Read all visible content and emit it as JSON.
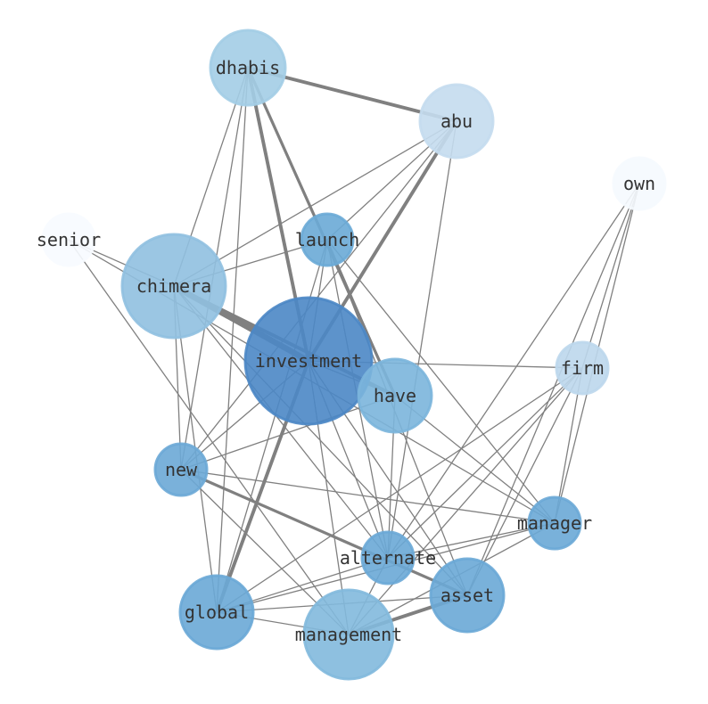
{
  "graph": {
    "nodes": [
      {
        "id": "dhabis",
        "label": "dhabis",
        "color": "#a3cde5"
      },
      {
        "id": "abu",
        "label": "abu",
        "color": "#c4dcee"
      },
      {
        "id": "own",
        "label": "own",
        "color": "#f5f9fe"
      },
      {
        "id": "senior",
        "label": "senior",
        "color": "#f7fbff"
      },
      {
        "id": "launch",
        "label": "launch",
        "color": "#6aaad6"
      },
      {
        "id": "chimera",
        "label": "chimera",
        "color": "#90c0e0"
      },
      {
        "id": "investment",
        "label": "investment",
        "color": "#4b87c5"
      },
      {
        "id": "have",
        "label": "have",
        "color": "#7bb5dc"
      },
      {
        "id": "firm",
        "label": "firm",
        "color": "#bcd7ec"
      },
      {
        "id": "new",
        "label": "new",
        "color": "#6ba9d6"
      },
      {
        "id": "manager",
        "label": "manager",
        "color": "#6aa9d6"
      },
      {
        "id": "alternate",
        "label": "alternate",
        "color": "#6aa9d6"
      },
      {
        "id": "asset",
        "label": "asset",
        "color": "#6aa9d6"
      },
      {
        "id": "global",
        "label": "global",
        "color": "#6aa9d6"
      },
      {
        "id": "management",
        "label": "management",
        "color": "#82b9dd"
      }
    ],
    "edges": [
      [
        "dhabis",
        "abu",
        3
      ],
      [
        "dhabis",
        "investment",
        3
      ],
      [
        "dhabis",
        "have",
        2.5
      ],
      [
        "dhabis",
        "chimera",
        1
      ],
      [
        "dhabis",
        "new",
        1
      ],
      [
        "dhabis",
        "global",
        1
      ],
      [
        "abu",
        "investment",
        3
      ],
      [
        "abu",
        "chimera",
        1
      ],
      [
        "abu",
        "launch",
        1
      ],
      [
        "abu",
        "new",
        1
      ],
      [
        "abu",
        "alternate",
        1
      ],
      [
        "own",
        "firm",
        1
      ],
      [
        "own",
        "manager",
        1
      ],
      [
        "own",
        "asset",
        1
      ],
      [
        "own",
        "alternate",
        1
      ],
      [
        "senior",
        "chimera",
        1
      ],
      [
        "senior",
        "management",
        1
      ],
      [
        "senior",
        "manager",
        1
      ],
      [
        "launch",
        "chimera",
        1
      ],
      [
        "launch",
        "investment",
        1
      ],
      [
        "launch",
        "have",
        1
      ],
      [
        "launch",
        "global",
        1
      ],
      [
        "launch",
        "alternate",
        1
      ],
      [
        "launch",
        "manager",
        1
      ],
      [
        "launch",
        "asset",
        1
      ],
      [
        "chimera",
        "investment",
        5
      ],
      [
        "chimera",
        "have",
        3
      ],
      [
        "chimera",
        "new",
        1
      ],
      [
        "chimera",
        "global",
        1
      ],
      [
        "chimera",
        "alternate",
        1
      ],
      [
        "chimera",
        "asset",
        1
      ],
      [
        "investment",
        "firm",
        1
      ],
      [
        "investment",
        "new",
        1
      ],
      [
        "investment",
        "global",
        3
      ],
      [
        "investment",
        "management",
        1
      ],
      [
        "investment",
        "alternate",
        1
      ],
      [
        "investment",
        "asset",
        1
      ],
      [
        "investment",
        "have",
        1
      ],
      [
        "have",
        "new",
        1
      ],
      [
        "have",
        "alternate",
        1
      ],
      [
        "have",
        "manager",
        1
      ],
      [
        "firm",
        "alternate",
        1
      ],
      [
        "firm",
        "asset",
        1
      ],
      [
        "firm",
        "management",
        1
      ],
      [
        "firm",
        "manager",
        1
      ],
      [
        "firm",
        "global",
        1
      ],
      [
        "new",
        "manager",
        1
      ],
      [
        "new",
        "asset",
        2.5
      ],
      [
        "new",
        "management",
        1
      ],
      [
        "manager",
        "global",
        1
      ],
      [
        "manager",
        "management",
        1
      ],
      [
        "manager",
        "alternate",
        1
      ],
      [
        "alternate",
        "management",
        1
      ],
      [
        "alternate",
        "global",
        1
      ],
      [
        "asset",
        "management",
        3
      ],
      [
        "asset",
        "global",
        1
      ],
      [
        "global",
        "management",
        1
      ]
    ]
  }
}
